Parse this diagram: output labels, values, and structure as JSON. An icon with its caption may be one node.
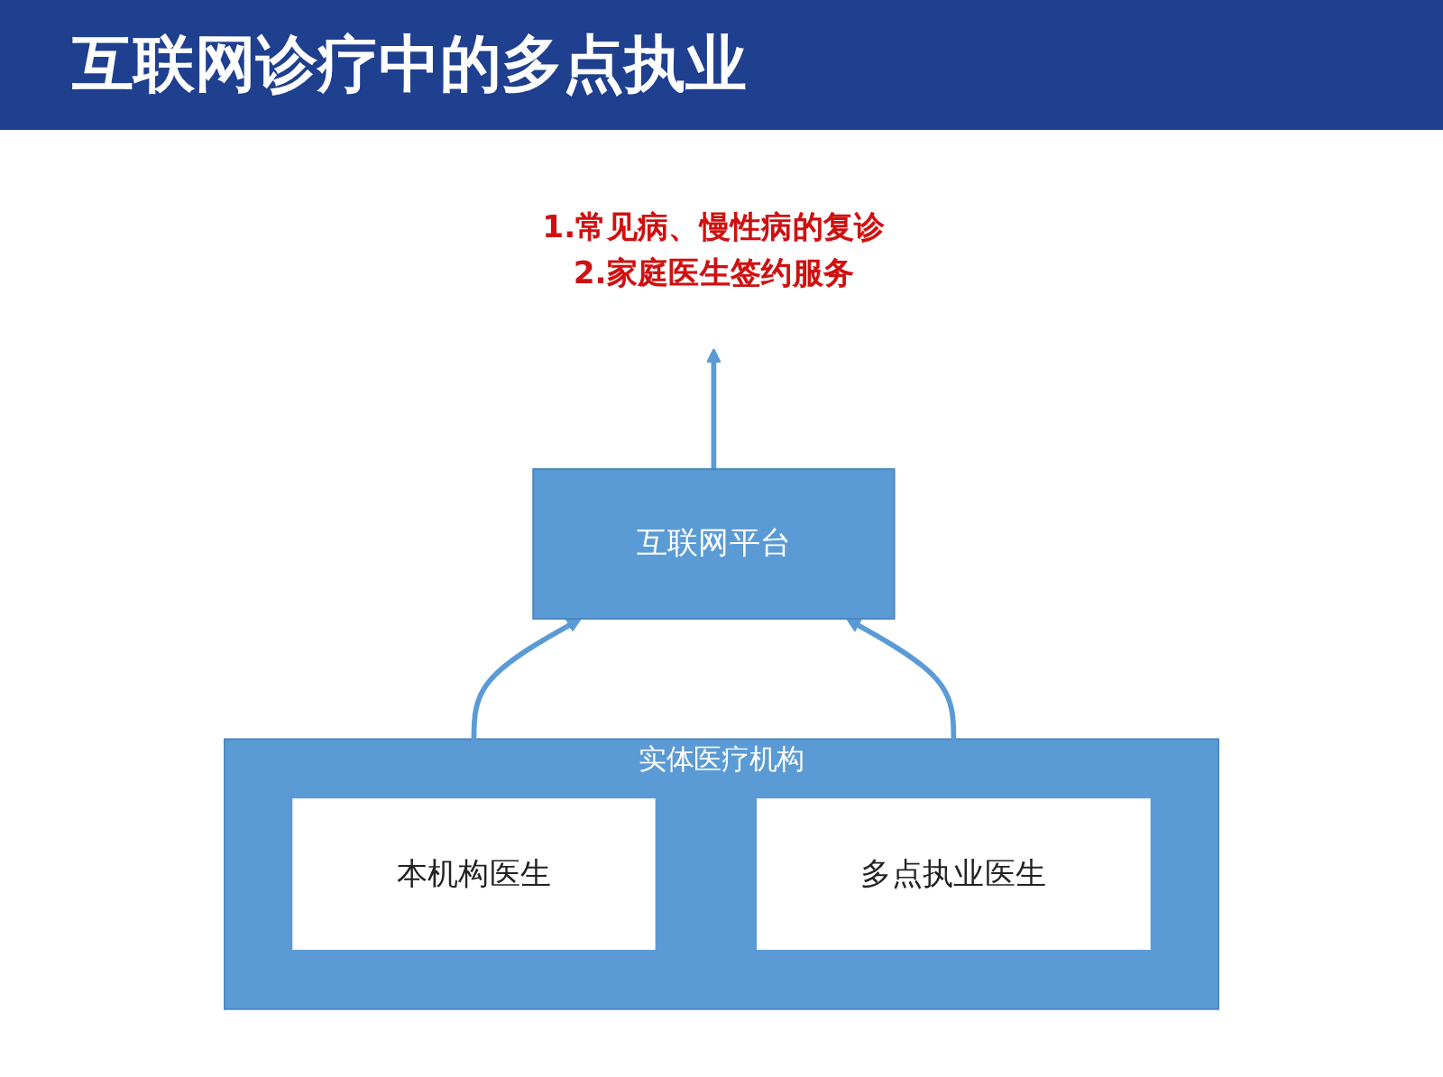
{
  "diagram": {
    "title": "互联网诊疗中的多点执业",
    "nodes": [
      {
        "text": [
          "互联网平台"
        ]
      },
      {
        "text": [
          "实体医疗机构"
        ]
      },
      {
        "text": [
          "本机构医生"
        ],
        "in": 1
      },
      {
        "text": [
          "多点执业医生"
        ],
        "in": 1
      },
      {
        "text": [
          "1.常见病、慢性病的复诊",
          "2.家庭医生签约服务"
        ]
      }
    ],
    "edges": [
      {
        "from": 2,
        "to": 0,
        "arrow": "to"
      },
      {
        "from": 3,
        "to": 0,
        "arrow": "to"
      },
      {
        "from": 0,
        "to": 4,
        "arrow": "to"
      }
    ]
  }
}
